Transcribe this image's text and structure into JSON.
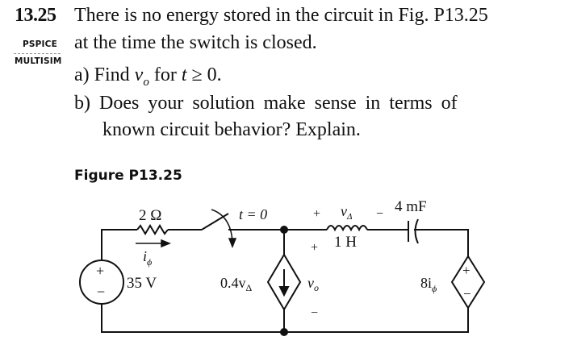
{
  "problem": {
    "number": "13.25",
    "tags": [
      "PSPICE",
      "MULTISIM"
    ],
    "statement_line1": "There is no energy stored in the circuit in Fig. P13.25",
    "statement_line2": "at the time the switch is closed.",
    "part_a": {
      "label": "a)",
      "text_before": "Find ",
      "variable": "v",
      "subscript": "o",
      "text_after": " for ",
      "t_var": "t",
      "condition": " ≥ 0."
    },
    "part_b": {
      "label": "b)",
      "line1": "Does your solution make sense in terms of",
      "line2": "known circuit behavior? Explain."
    }
  },
  "figure": {
    "label": "Figure P13.25",
    "components": {
      "source_voltage": "35 V",
      "resistor": "2 Ω",
      "current_label": "i",
      "current_sub": "ϕ",
      "switch_label": "t = 0",
      "dependent_current_source": "0.4v",
      "dependent_current_sub": "Δ",
      "inductor": "1 H",
      "inductor_voltage": "v",
      "inductor_voltage_sub": "Δ",
      "capacitor": "4 mF",
      "output_voltage": "v",
      "output_voltage_sub": "o",
      "dependent_voltage_source": "8i",
      "dependent_voltage_sub": "ϕ",
      "plus": "+",
      "minus": "−"
    }
  }
}
